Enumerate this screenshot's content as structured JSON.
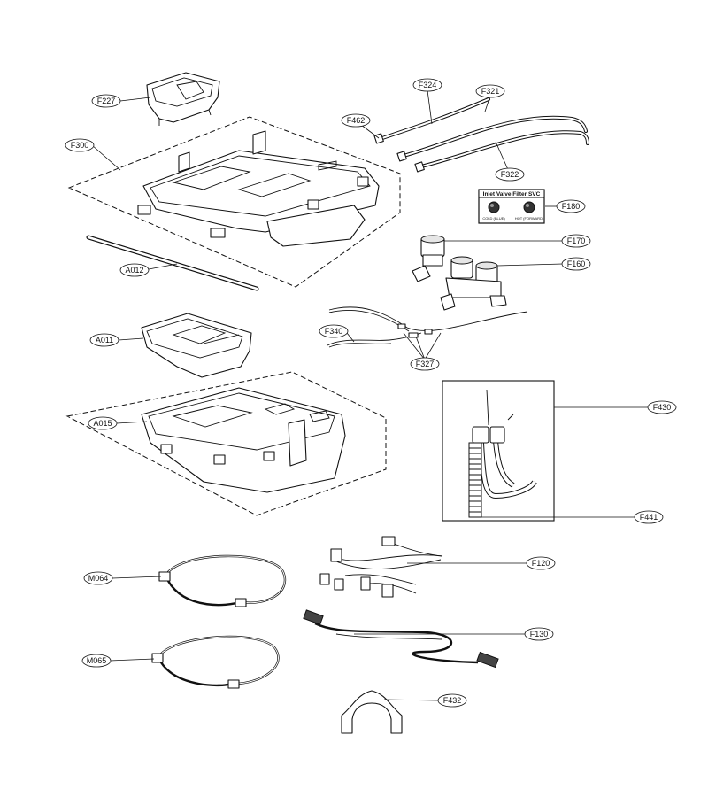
{
  "labels": {
    "F227": "F227",
    "F300": "F300",
    "F462": "F462",
    "F324": "F324",
    "F321": "F321",
    "F322": "F322",
    "F180": "F180",
    "F170": "F170",
    "F160": "F160",
    "A012": "A012",
    "A011": "A011",
    "F340": "F340",
    "F327": "F327",
    "A015": "A015",
    "F430": "F430",
    "F441": "F441",
    "M064": "M064",
    "F120": "F120",
    "F130": "F130",
    "M065": "M065",
    "F432": "F432"
  },
  "filter_card": {
    "title": "Inlet Valve Filter SVC",
    "left_caption": "COLD (BLUE)",
    "right_caption": "HOT (FORWARD)"
  }
}
